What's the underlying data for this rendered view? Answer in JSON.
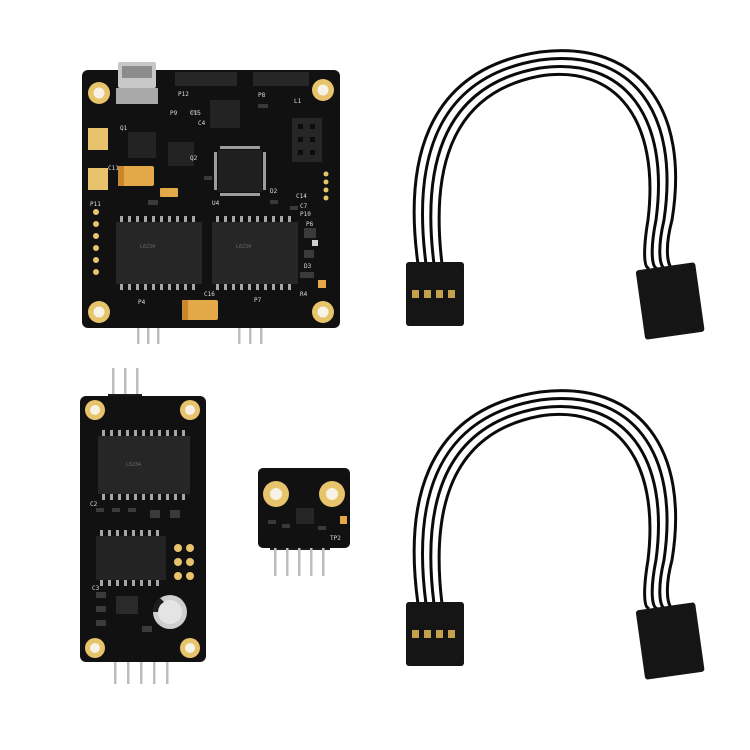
{
  "photo": {
    "background": "#ffffff",
    "pcb_color": "#111111",
    "gold_color": "#e7c36b",
    "cable_color": "#0b0b0b"
  },
  "main_board": {
    "labels": [
      "P12",
      "P9",
      "P8",
      "L1",
      "Q1",
      "Q2",
      "C15",
      "C4",
      "U4",
      "D2",
      "C14",
      "C7",
      "P10",
      "P6",
      "P11",
      "D3",
      "R4",
      "C16",
      "P4",
      "P7",
      "C11"
    ],
    "chip_marks": [
      "L6234",
      "L6234"
    ]
  },
  "driver_board": {
    "labels": [
      "C2",
      "C3"
    ],
    "chip_marks": [
      "L6234"
    ]
  },
  "sensor_board": {
    "labels": [
      "TP2"
    ]
  },
  "cables": {
    "count": 2,
    "wires_per_cable": 4
  }
}
